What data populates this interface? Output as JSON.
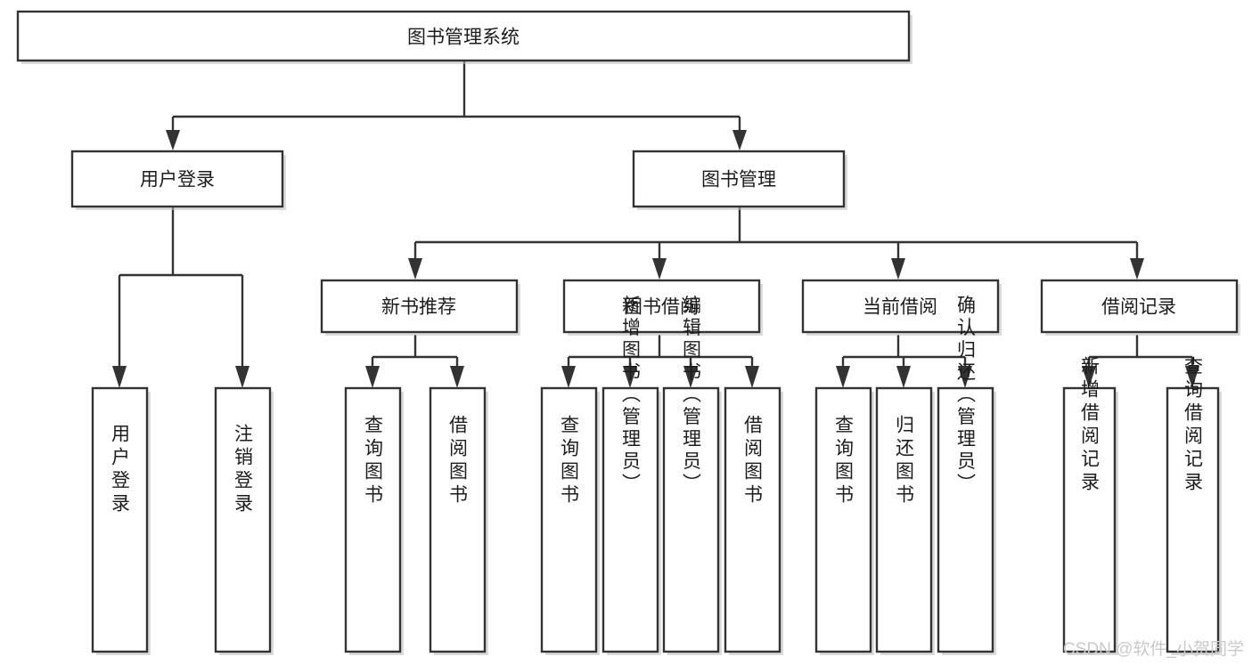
{
  "diagram": {
    "title": "图书管理系统",
    "type": "tree",
    "root": {
      "label": "图书管理系统"
    },
    "level2": [
      {
        "label": "用户登录"
      },
      {
        "label": "图书管理"
      }
    ],
    "level3": [
      {
        "label": "新书推荐"
      },
      {
        "label": "图书借阅"
      },
      {
        "label": "当前借阅"
      },
      {
        "label": "借阅记录"
      }
    ],
    "leaves": {
      "user_login": [
        {
          "label": "用户登录"
        },
        {
          "label": "注销登录"
        }
      ],
      "new_book_recommend": [
        {
          "label": "查询图书"
        },
        {
          "label": "借阅图书"
        }
      ],
      "book_borrow": [
        {
          "label": "查询图书"
        },
        {
          "label": "新增图书（管理员）"
        },
        {
          "label": "编辑图书（管理员）"
        },
        {
          "label": "借阅图书"
        }
      ],
      "current_borrow": [
        {
          "label": "查询图书"
        },
        {
          "label": "归还图书"
        },
        {
          "label": "确认归还（管理员）"
        }
      ],
      "borrow_record": [
        {
          "label": "新增借阅记录"
        },
        {
          "label": "查询借阅记录"
        }
      ]
    }
  },
  "watermark": {
    "text": "CSDN @软件_小贺同学"
  },
  "colors": {
    "box_stroke": "#333333",
    "box_fill": "#ffffff",
    "text": "#1c1c1c",
    "watermark": "#c9c9c9",
    "background": "#ffffff"
  }
}
